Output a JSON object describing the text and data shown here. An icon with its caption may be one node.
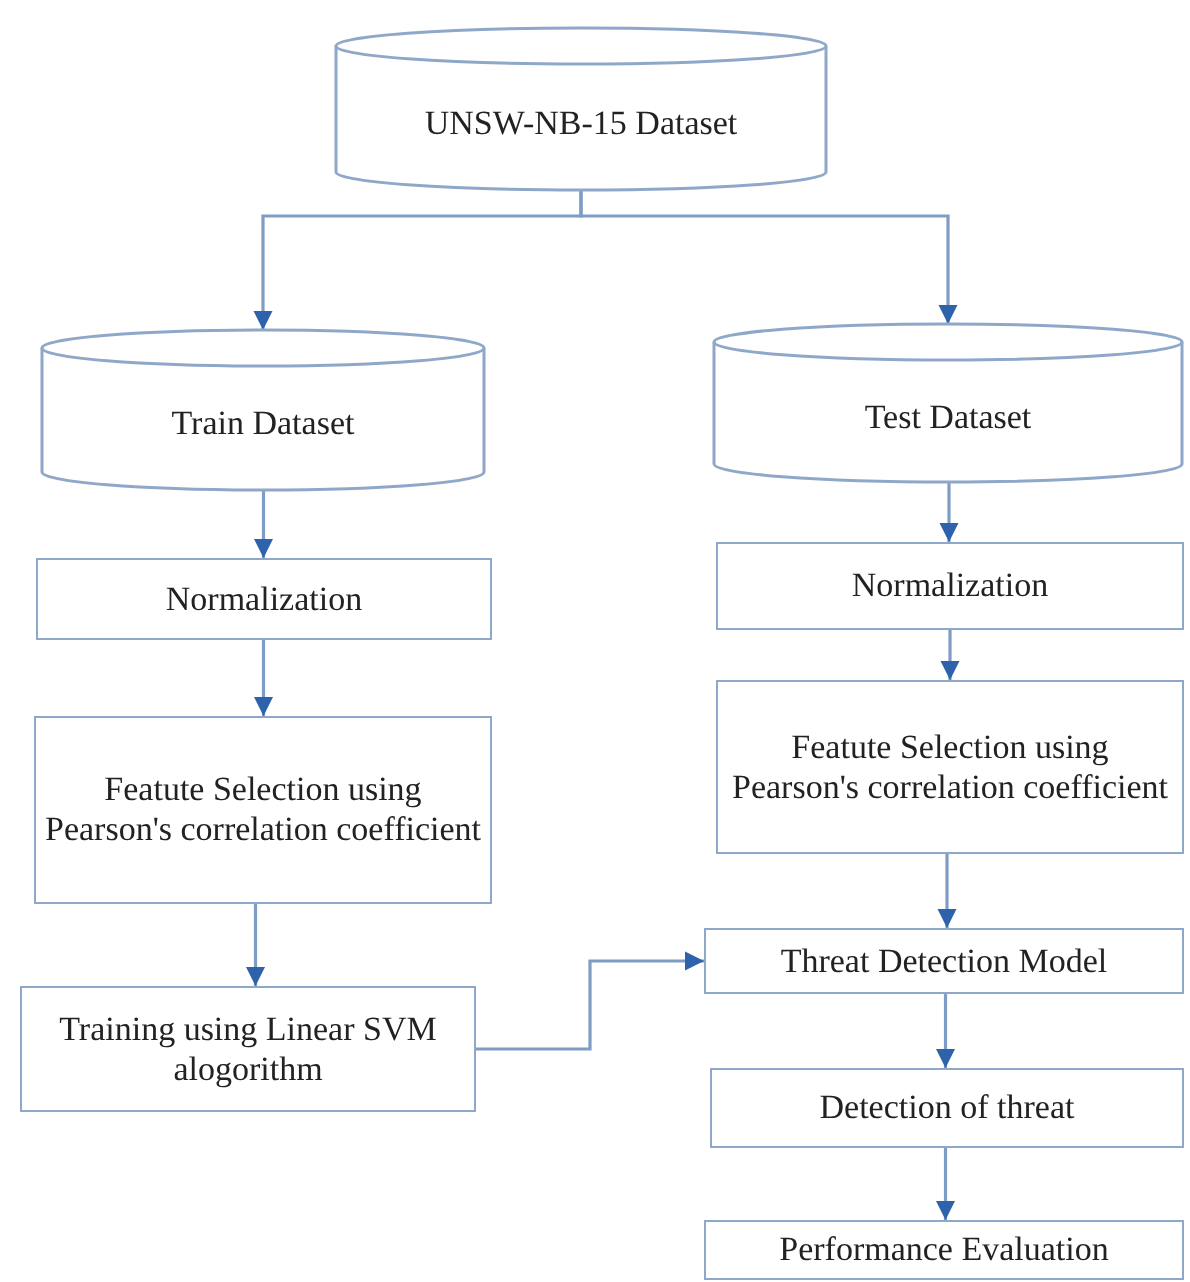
{
  "diagram": {
    "nodes": [
      {
        "text": [
          "UNSW-NB-15 Dataset"
        ]
      },
      {
        "text": [
          "Train Dataset"
        ]
      },
      {
        "text": [
          "Test Dataset"
        ]
      },
      {
        "text": [
          "Normalization"
        ]
      },
      {
        "text": [
          "Normalization"
        ]
      },
      {
        "text": [
          "Featute Selection using Pearson's correlation coefficient"
        ]
      },
      {
        "text": [
          "Featute Selection using Pearson's correlation coefficient"
        ]
      },
      {
        "text": [
          "Training using Linear SVM alogorithm"
        ]
      },
      {
        "text": [
          "Threat Detection Model"
        ]
      },
      {
        "text": [
          "Detection of threat"
        ]
      },
      {
        "text": [
          "Performance Evaluation"
        ]
      }
    ],
    "edges": [
      {
        "from": 0,
        "to": 1,
        "arrow": "to"
      },
      {
        "from": 0,
        "to": 2,
        "arrow": "to"
      },
      {
        "from": 1,
        "to": 3,
        "arrow": "to"
      },
      {
        "from": 3,
        "to": 5,
        "arrow": "to"
      },
      {
        "from": 5,
        "to": 7,
        "arrow": "to"
      },
      {
        "from": 7,
        "to": 8,
        "arrow": "to"
      },
      {
        "from": 2,
        "to": 4,
        "arrow": "to"
      },
      {
        "from": 4,
        "to": 6,
        "arrow": "to"
      },
      {
        "from": 6,
        "to": 8,
        "arrow": "to"
      },
      {
        "from": 8,
        "to": 9,
        "arrow": "to"
      },
      {
        "from": 9,
        "to": 10,
        "arrow": "to"
      }
    ]
  }
}
